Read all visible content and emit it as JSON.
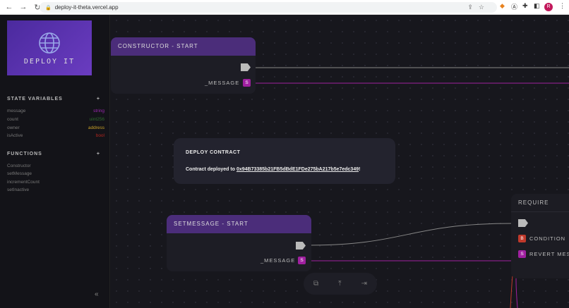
{
  "browser": {
    "url": "deploy-it-theta.vercel.app",
    "profile_initial": "R"
  },
  "logo": {
    "text": "DEPLOY IT"
  },
  "sidebar": {
    "state_title": "STATE VARIABLES",
    "add": "+",
    "state_vars": [
      {
        "name": "message",
        "type": "string",
        "color": "#9c27b0"
      },
      {
        "name": "count",
        "type": "uint256",
        "color": "#2e6b2e"
      },
      {
        "name": "owner",
        "type": "address",
        "color": "#c9a227"
      },
      {
        "name": "isActive",
        "type": "bool",
        "color": "#b3261e"
      }
    ],
    "functions_title": "FUNCTIONS",
    "functions": [
      "Constructor",
      "setMessage",
      "incrementCount",
      "setInactive"
    ],
    "collapse": "«"
  },
  "nodes": {
    "constructor": {
      "title": "CONSTRUCTOR - START",
      "param": "_MESSAGE",
      "badge": "S"
    },
    "setmessage": {
      "title": "SETMESSAGE - START",
      "param": "_MESSAGE",
      "badge": "S"
    },
    "require": {
      "title": "REQUIRE",
      "condition": "CONDITION",
      "condition_badge": "B",
      "revert": "REVERT MES",
      "revert_badge": "S"
    }
  },
  "dialog": {
    "title": "DEPLOY CONTRACT",
    "text": "Contract deployed to ",
    "address": "0x94B73385b21FB5dBdE1FDe275bA217b5e7edc349",
    "suffix": "!"
  },
  "colors": {
    "string": "#a020a0",
    "bool": "#c0392b",
    "header": "#4b2d7a"
  }
}
